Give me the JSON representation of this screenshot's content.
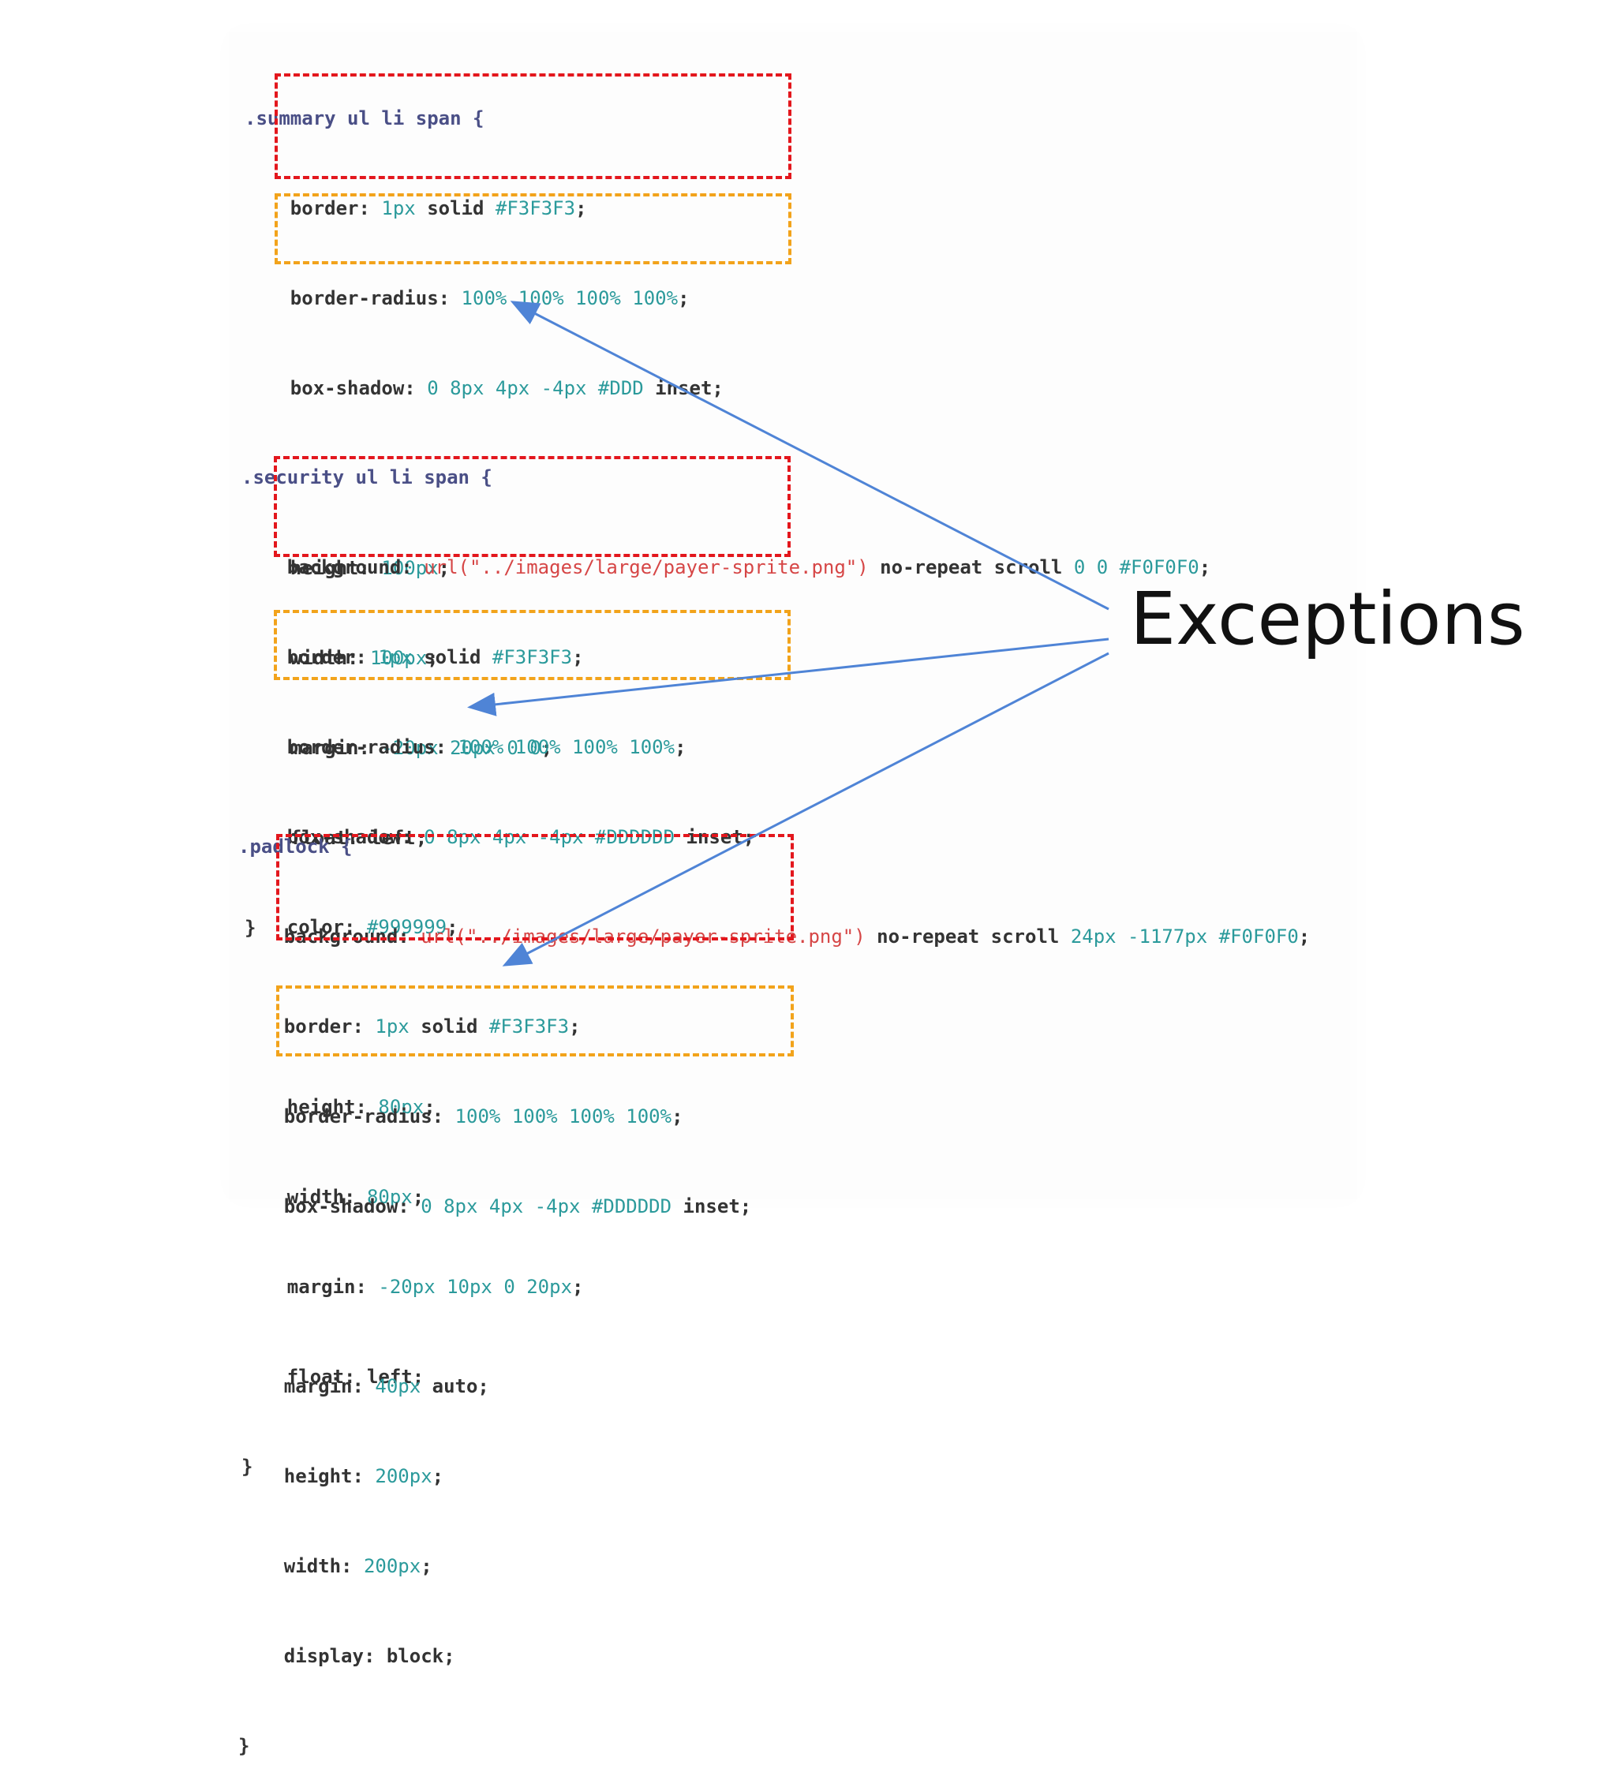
{
  "title": "",
  "label": "Exceptions",
  "colors": {
    "red_box": "#e3171d",
    "orange_box": "#f2a31b",
    "arrow": "#4f84d6",
    "selector": "#4a4f86",
    "number": "#2b9a9b",
    "string": "#d64646",
    "text": "#333333"
  },
  "blocks": [
    {
      "selector": ".summary ul li span {",
      "red_lines": [
        [
          "border: ",
          "1px",
          " solid ",
          "#F3F3F3",
          ";"
        ],
        [
          "border-radius: ",
          "100% 100% 100% 100%",
          ";"
        ],
        [
          "box-shadow: ",
          "0 8px 4px -4px #DDD",
          " inset;"
        ]
      ],
      "orange_lines": [
        [
          "height: ",
          "100px",
          ";"
        ],
        [
          "width: ",
          "100px",
          ";"
        ]
      ],
      "other_lines": [
        [
          "margin: ",
          "-20px 20px 0 0",
          ";"
        ],
        [
          "float: ",
          "left",
          ";"
        ]
      ],
      "close": "}"
    },
    {
      "selector": ".security ul li span {",
      "pre_lines": [
        [
          "background: ",
          "url(\"../images/large/payer-sprite.png\")",
          " no-repeat scroll ",
          "0 0 #F0F0F0",
          ";"
        ]
      ],
      "red_lines": [
        [
          "border: ",
          "1px",
          " solid ",
          "#F3F3F3",
          ";"
        ],
        [
          "border-radius: ",
          "100% 100% 100% 100%",
          ";"
        ],
        [
          "box-shadow: ",
          "0 8px 4px -4px #DDDDDD",
          " inset;"
        ]
      ],
      "mid_lines": [
        [
          "color: ",
          "#999999",
          ";"
        ]
      ],
      "orange_lines": [
        [
          "height: ",
          "80px",
          ";"
        ],
        [
          "width: ",
          "80px",
          ";"
        ]
      ],
      "other_lines": [
        [
          "margin: ",
          "-20px 10px 0 20px",
          ";"
        ],
        [
          "float: ",
          "left",
          ";"
        ]
      ],
      "close": "}"
    },
    {
      "selector": ".padlock {",
      "pre_lines": [
        [
          "background: ",
          "url(\"../images/large/payer-sprite.png\")",
          " no-repeat scroll ",
          "24px -1177px #F0F0F0",
          ";"
        ]
      ],
      "red_lines": [
        [
          "border: ",
          "1px",
          " solid ",
          "#F3F3F3",
          ";"
        ],
        [
          "border-radius: ",
          "100% 100% 100% 100%",
          ";"
        ],
        [
          "box-shadow: ",
          "0 8px 4px -4px #DDDDDD",
          " inset;"
        ]
      ],
      "mid_lines": [
        [
          "margin: ",
          "40px",
          " auto;"
        ]
      ],
      "orange_lines": [
        [
          "height: ",
          "200px",
          ";"
        ],
        [
          "width: ",
          "200px",
          ";"
        ]
      ],
      "other_lines": [
        [
          "display: ",
          "block",
          ";"
        ]
      ],
      "close": "}"
    }
  ]
}
